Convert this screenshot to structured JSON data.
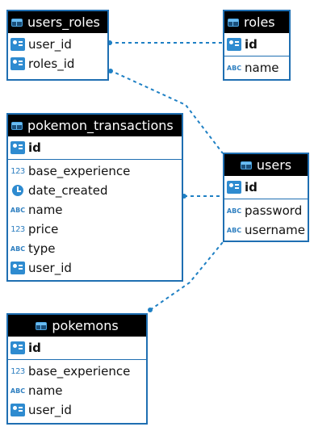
{
  "entities": {
    "users_roles": {
      "title": "users_roles",
      "fields": [
        "user_id",
        "roles_id"
      ]
    },
    "roles": {
      "title": "roles",
      "pk": "id",
      "fields": [
        "name"
      ]
    },
    "pokemon_transactions": {
      "title": "pokemon_transactions",
      "pk": "id",
      "fields": [
        "base_experience",
        "date_created",
        "name",
        "price",
        "type",
        "user_id"
      ]
    },
    "users": {
      "title": "users",
      "pk": "id",
      "fields": [
        "password",
        "username"
      ]
    },
    "pokemons": {
      "title": "pokemons",
      "pk": "id",
      "fields": [
        "base_experience",
        "name",
        "user_id"
      ]
    }
  },
  "type_icons": {
    "key": "primary-key-icon",
    "fk": "foreign-key-icon",
    "numeric": "123",
    "text": "ABC",
    "date": "clock-icon"
  },
  "colors": {
    "border": "#1f6fb2",
    "header_bg": "#000000",
    "header_text": "#ffffff",
    "connector": "#1f80c4"
  }
}
